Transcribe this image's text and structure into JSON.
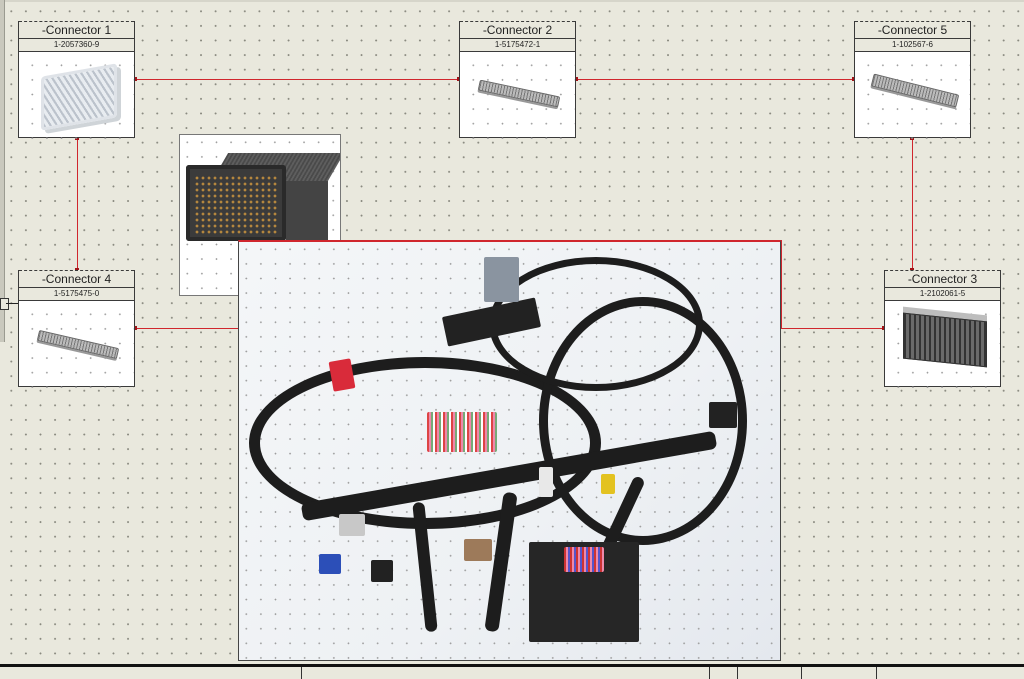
{
  "diagram": {
    "type": "wire harness connector layout",
    "wire_color": "#d0262d",
    "background_color": "#e9e8dd",
    "connectors": [
      {
        "id": "c1",
        "label": "-Connector 1",
        "part_number": "1-2057360-9"
      },
      {
        "id": "c2",
        "label": "-Connector 2",
        "part_number": "1-5175472-1"
      },
      {
        "id": "c5",
        "label": "-Connector 5",
        "part_number": "1-102567-6"
      },
      {
        "id": "c4",
        "label": "-Connector 4",
        "part_number": "1-5175475-0"
      },
      {
        "id": "c3",
        "label": "-Connector 3",
        "part_number": "1-2102061-5"
      }
    ],
    "connections": [
      [
        "c1",
        "c2"
      ],
      [
        "c2",
        "c5"
      ],
      [
        "c1",
        "c4"
      ],
      [
        "c5",
        "c3"
      ],
      [
        "c4",
        "harness"
      ],
      [
        "harness",
        "c3"
      ]
    ],
    "images": {
      "connector_detail": "black multi-pin header connector with gold pins",
      "harness_photo": "automotive wiring harness with multiple connectors"
    }
  }
}
